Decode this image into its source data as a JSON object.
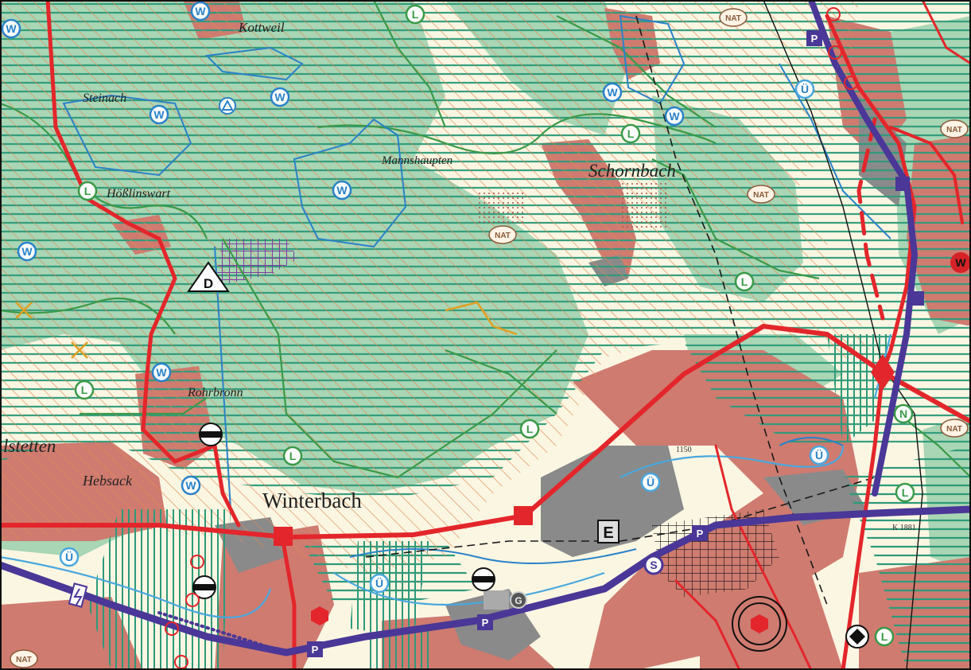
{
  "places": {
    "kottweil": "Kottweil",
    "steinach": "Steinach",
    "hoesslinswart": "Hößlinswart",
    "mannshaupten": "Mannshaupten",
    "schornbach": "Schornbach",
    "rohrbronn": "Rohrbronn",
    "stetten": "lstetten",
    "hebsack": "Hebsack",
    "winterbach": "Winterbach"
  },
  "symbols": {
    "water": "W",
    "landscape": "L",
    "nature": "NAT",
    "flood": "Ü",
    "depot": "D",
    "energy": "E",
    "gravel": "G",
    "park_ride": "P",
    "sbahn": "S",
    "nature_n": "N"
  },
  "roads": {
    "k1881": "K 1881",
    "l1150": "1150"
  },
  "colors": {
    "forest": "#a9d6b4",
    "hatch_green": "#2e9a7a",
    "hatch_orange": "#e08a55",
    "settlement": "#cf7b70",
    "industry": "#8a8a8a",
    "road_red": "#e3262b",
    "rail_purple": "#4a3797",
    "water_blue": "#2a82c9",
    "boundary_green": "#3a9a48",
    "open_land": "#fbf6e2"
  }
}
